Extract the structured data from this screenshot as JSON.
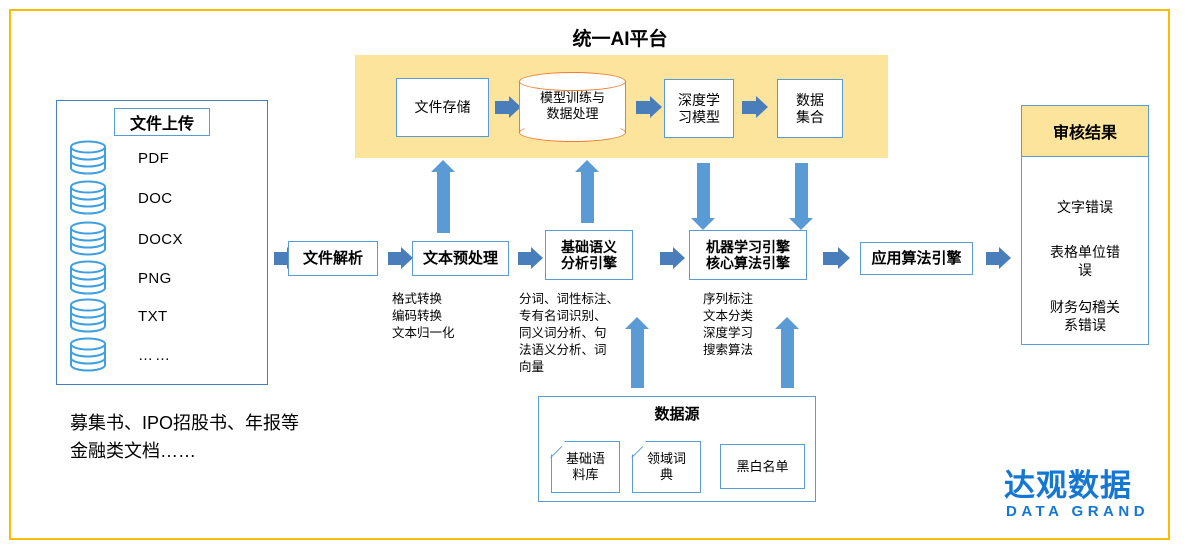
{
  "diagram": {
    "title": "统一AI平台",
    "colors": {
      "frame_gold": "#FBBC04",
      "band_yellow": "#FCE49C",
      "box_blue": "#5B9BD5",
      "arrow_blue": "#4A7EBB",
      "cylinder_orange": "#ED7D31",
      "logo_blue": "#1577D2"
    }
  },
  "platform": {
    "title": "统一AI平台",
    "nodes": [
      {
        "label": "文件存储",
        "shape": "rect"
      },
      {
        "label": "模型训练与\n数据处理",
        "line1": "模型训练与",
        "line2": "数据处理",
        "shape": "cylinder"
      },
      {
        "line1": "深度学",
        "line2": "习模型",
        "shape": "rect"
      },
      {
        "line1": "数据",
        "line2": "集合",
        "shape": "rect"
      }
    ]
  },
  "upload": {
    "title": "文件上传",
    "files": [
      "PDF",
      "DOC",
      "DOCX",
      "PNG",
      "TXT",
      "……"
    ],
    "caption_line1": "募集书、IPO招股书、年报等",
    "caption_line2": "金融类文档……"
  },
  "pipeline": {
    "file_parse": {
      "label": "文件解析"
    },
    "preprocess": {
      "label": "文本预处理",
      "note": "格式转换\n编码转换\n文本归一化",
      "note_lines": [
        "格式转换",
        "编码转换",
        "文本归一化"
      ]
    },
    "semantic": {
      "line1": "基础语义",
      "line2": "分析引擎",
      "note_lines": [
        "分词、词性标注、",
        "专有名词识别、",
        "同义词分析、句",
        "法语义分析、词",
        "向量"
      ]
    },
    "ml_engine": {
      "line1": "机器学习引擎",
      "line2": "核心算法引擎",
      "note_lines": [
        "序列标注",
        "文本分类",
        "深度学习",
        "搜索算法"
      ]
    },
    "app_engine": {
      "label": "应用算法引擎"
    }
  },
  "result": {
    "title": "审核结果",
    "items": [
      {
        "line1": "文字错误",
        "line2": ""
      },
      {
        "line1": "表格单位错",
        "line2": "误"
      },
      {
        "line1": "财务勾稽关",
        "line2": "系错误"
      }
    ]
  },
  "datasource": {
    "title": "数据源",
    "items": [
      {
        "line1": "基础语",
        "line2": "料库",
        "folded": true
      },
      {
        "line1": "领域词",
        "line2": "典",
        "folded": true
      },
      {
        "line1": "黑白名单",
        "line2": "",
        "folded": false
      }
    ]
  },
  "logo": {
    "cn": "达观数据",
    "en": "DATA GRAND"
  }
}
